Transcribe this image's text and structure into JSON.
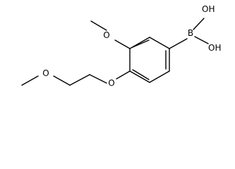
{
  "molecule": {
    "atoms": {
      "o_methoxy_top": "O",
      "o_ether_chain": "O",
      "o_ether_ring": "O",
      "boron": "B",
      "hydroxyl_upper": "OH",
      "hydroxyl_lower": "OH"
    }
  }
}
